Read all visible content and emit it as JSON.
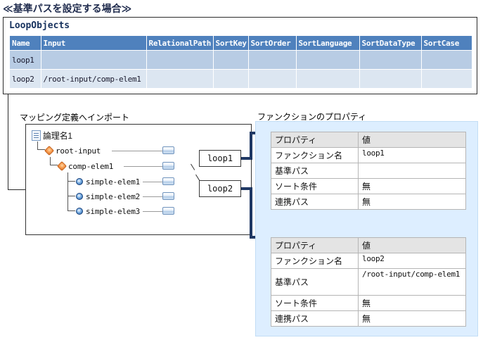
{
  "doc": {
    "title": "≪基準パスを設定する場合≫"
  },
  "loop_objects": {
    "caption": "LoopObjects",
    "columns": [
      "Name",
      "Input",
      "RelationalPath",
      "SortKey",
      "SortOrder",
      "SortLanguage",
      "SortDataType",
      "SortCase"
    ],
    "rows": [
      {
        "Name": "loop1",
        "Input": "",
        "RelationalPath": "",
        "SortKey": "",
        "SortOrder": "",
        "SortLanguage": "",
        "SortDataType": "",
        "SortCase": ""
      },
      {
        "Name": "loop2",
        "Input": "/root-input/comp-elem1",
        "RelationalPath": "",
        "SortKey": "",
        "SortOrder": "",
        "SortLanguage": "",
        "SortDataType": "",
        "SortCase": ""
      }
    ]
  },
  "mapping": {
    "caption": "マッピング定義へインポート",
    "tree": {
      "root_label": "論理名1",
      "nodes": [
        {
          "label": "root-input",
          "type": "complex"
        },
        {
          "label": "comp-elem1",
          "type": "complex"
        },
        {
          "label": "simple-elem1",
          "type": "simple"
        },
        {
          "label": "simple-elem2",
          "type": "simple"
        },
        {
          "label": "simple-elem3",
          "type": "simple"
        }
      ]
    },
    "callouts": [
      {
        "label": "loop1"
      },
      {
        "label": "loop2"
      }
    ]
  },
  "properties": {
    "caption": "ファンクションのプロパティ",
    "tables": [
      {
        "headers": [
          "プロパティ",
          "値"
        ],
        "rows": [
          {
            "key": "ファンクション名",
            "value": "loop1",
            "mono": true
          },
          {
            "key": "基準パス",
            "value": "",
            "mono": true
          },
          {
            "key": "ソート条件",
            "value": "無",
            "mono": false
          },
          {
            "key": "連携パス",
            "value": "無",
            "mono": false
          }
        ]
      },
      {
        "headers": [
          "プロパティ",
          "値"
        ],
        "rows": [
          {
            "key": "ファンクション名",
            "value": "loop2",
            "mono": true
          },
          {
            "key": "基準パス",
            "value": "/root-input/comp-elem1",
            "mono": true
          },
          {
            "key": "ソート条件",
            "value": "無",
            "mono": false
          },
          {
            "key": "連携パス",
            "value": "無",
            "mono": false
          }
        ]
      }
    ]
  },
  "colors": {
    "title_navy": "#1f2b4d",
    "header_blue": "#4f81bd",
    "row_odd": "#b8cce4",
    "row_even": "#dce6f1",
    "panel_blue": "#ddeeff",
    "connector_navy": "#1f3864",
    "node_complex_orange": "#f79646",
    "node_simple_blue": "#1f5fa9"
  }
}
